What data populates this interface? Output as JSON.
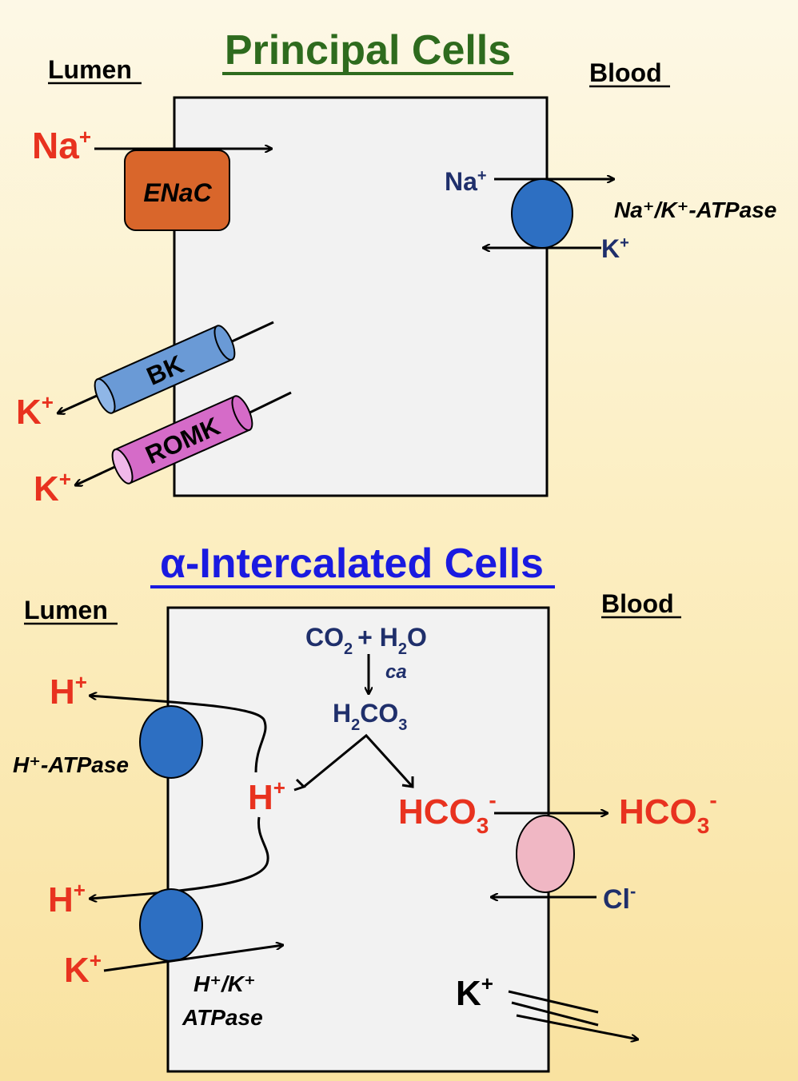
{
  "colors": {
    "title_green": "#2e6b1e",
    "title_blue": "#1a1ae0",
    "ion_red": "#e8321f",
    "ion_navy": "#1f2f6b",
    "cell_fill": "#f2f2f2",
    "enac_fill": "#d9662b",
    "bk_fill": "#6a9ad6",
    "romk_fill": "#d56bc8",
    "pump_blue": "#2d6fc2",
    "exchanger_pink": "#f0b7c4"
  },
  "principal": {
    "title": "Principal Cells",
    "lumen_label": "Lumen",
    "blood_label": "Blood",
    "enac_label": "ENaC",
    "enac_ion": "Na",
    "bk_label": "BK",
    "romk_label": "ROMK",
    "k_out_bk": "K",
    "k_out_romk": "K",
    "pump_na": "Na",
    "pump_k": "K",
    "pump_label": "Na⁺/K⁺-ATPase",
    "plus": "+"
  },
  "intercalated": {
    "title": "α-Intercalated Cells",
    "lumen_label": "Lumen",
    "blood_label": "Blood",
    "reaction": {
      "co2": "CO",
      "h2o_plus": "+ H",
      "h2o_o": "O",
      "sub2": "2",
      "ca": "ca",
      "h2co3_h": "H",
      "h2co3_co": "CO",
      "sub3": "3"
    },
    "h_intracell": "H",
    "hco3_intracell": "HCO",
    "hco3_blood": "HCO",
    "cl": "Cl",
    "minus": "-",
    "plus": "+",
    "h_out_top": "H",
    "h_out_bottom": "H",
    "k_in": "K",
    "k_cell": "K",
    "h_atpase_label": "H⁺-ATPase",
    "hk_atpase_line1": "H⁺/K⁺",
    "hk_atpase_line2": "ATPase"
  }
}
